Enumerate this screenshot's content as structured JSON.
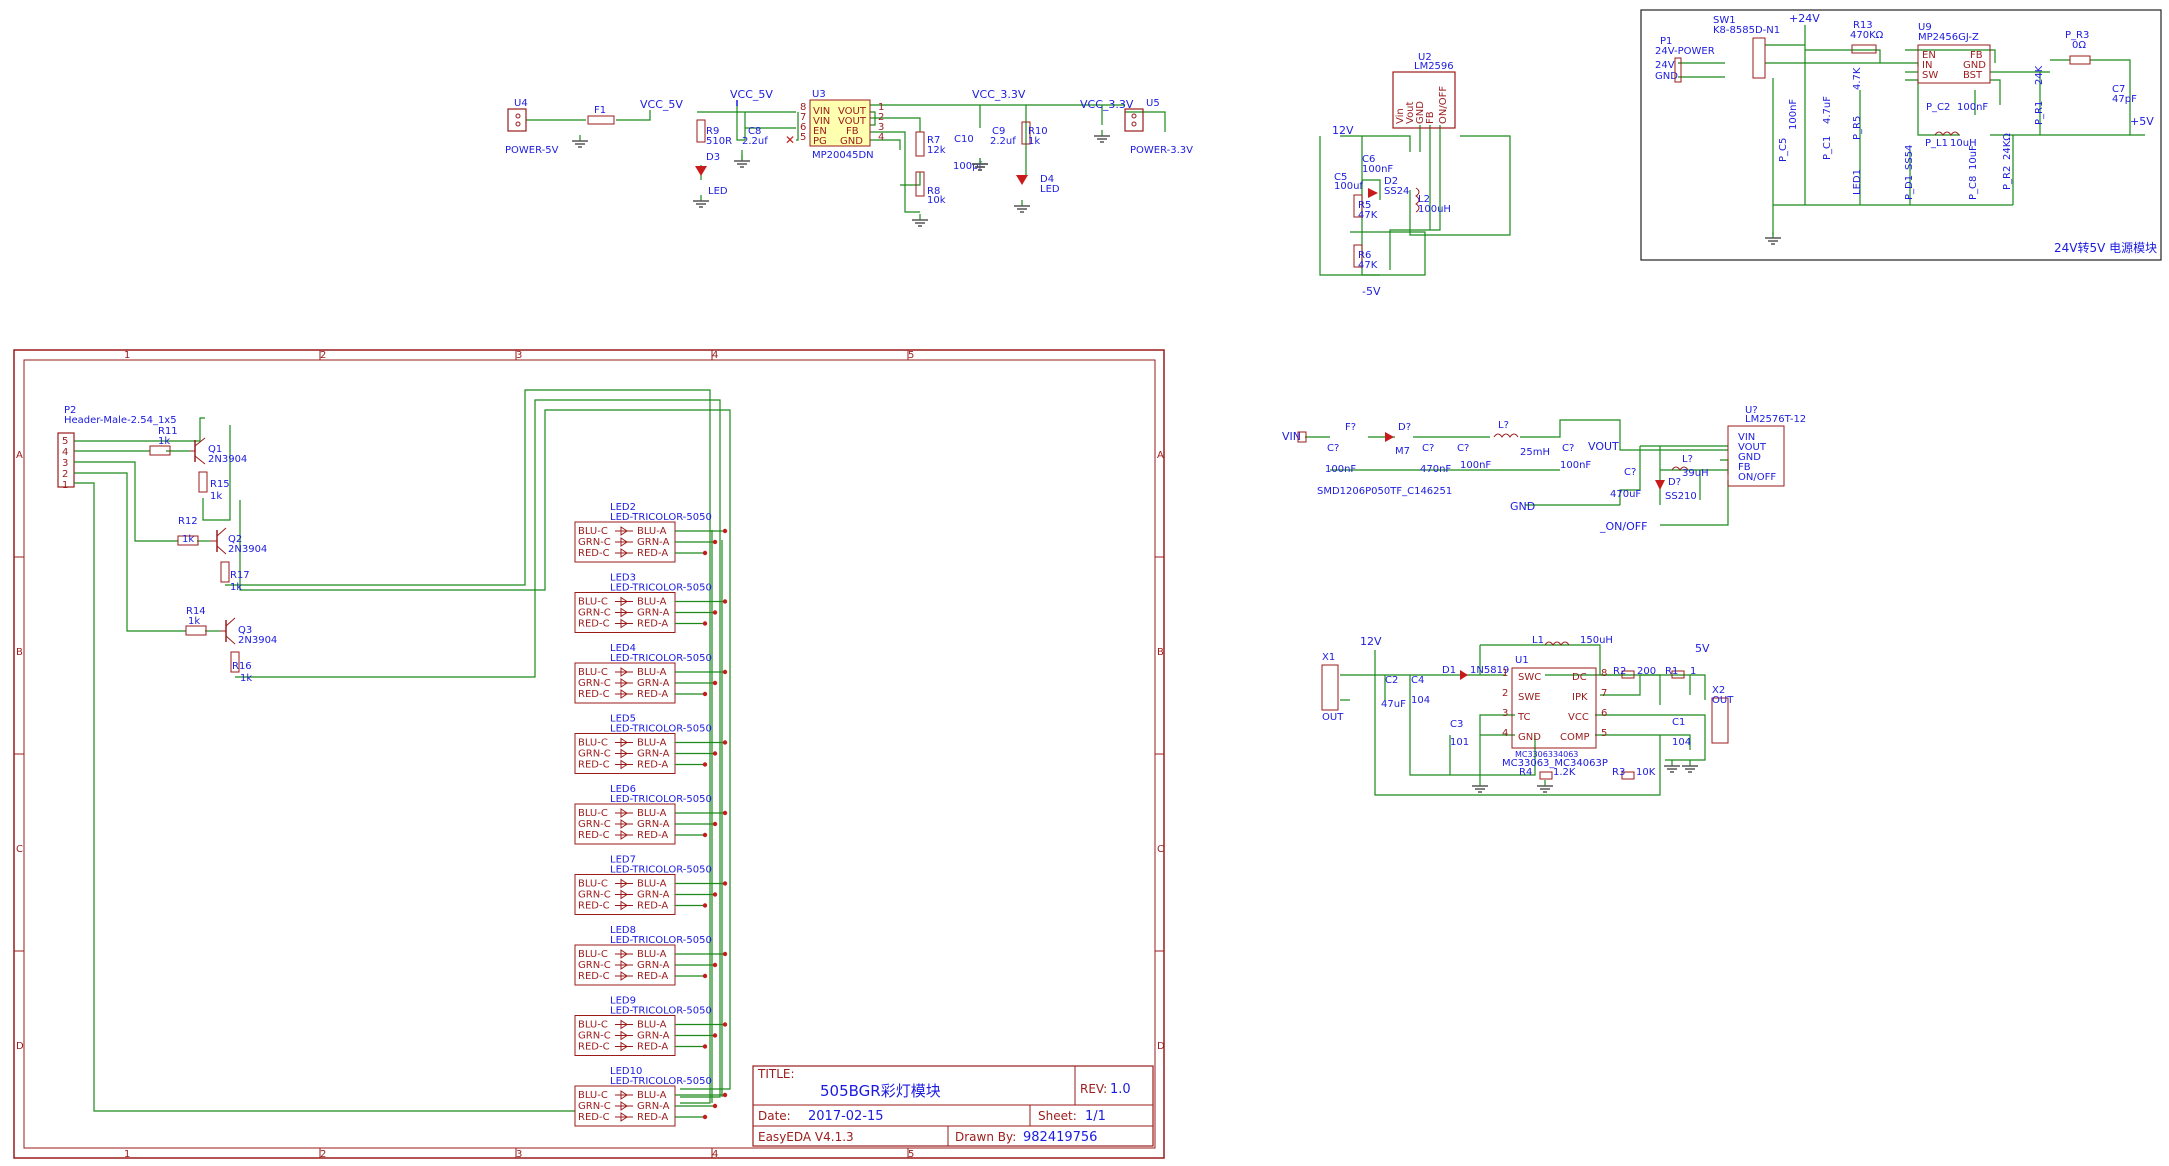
{
  "title_block": {
    "title_label": "TITLE:",
    "title": "505BGR彩灯模块",
    "rev_label": "REV:",
    "rev": "1.0",
    "date_label": "Date:",
    "date": "2017-02-15",
    "sheet_label": "Sheet:",
    "sheet": "1/1",
    "tool": "EasyEDA V4.1.3",
    "drawn_label": "Drawn By:",
    "drawn": "982419756"
  },
  "frame": {
    "cols": [
      "1",
      "2",
      "3",
      "4",
      "5"
    ],
    "rows": [
      "A",
      "B",
      "C",
      "D"
    ]
  },
  "led_sheet": {
    "header": {
      "ref": "P2",
      "value": "Header-Male-2.54_1x5",
      "pins": [
        "5",
        "4",
        "3",
        "2",
        "1"
      ]
    },
    "transistors": [
      {
        "ref": "Q1",
        "value": "2N3904",
        "rb": "R11",
        "rb_val": "1k",
        "rc": "R15",
        "rc_val": "1k"
      },
      {
        "ref": "Q2",
        "value": "2N3904",
        "rb": "R12",
        "rb_val": "1k",
        "rc": "R17",
        "rc_val": "1k"
      },
      {
        "ref": "Q3",
        "value": "2N3904",
        "rb": "R14",
        "rb_val": "1k",
        "rc": "R16",
        "rc_val": "1k"
      }
    ],
    "led_value": "LED-TRICOLOR-5050",
    "led_left_pins": [
      "BLU-C",
      "GRN-C",
      "RED-C"
    ],
    "led_right_pins": [
      "BLU-A",
      "GRN-A",
      "RED-A"
    ],
    "leds": [
      "LED2",
      "LED3",
      "LED4",
      "LED5",
      "LED6",
      "LED7",
      "LED8",
      "LED9",
      "LED10"
    ]
  },
  "mp20045": {
    "u4": "U4",
    "u4_val": "POWER-5V",
    "f1": "F1",
    "vcc5": "VCC_5V",
    "vcc5b": "VCC_5V",
    "r9": "R9",
    "r9_val": "510R",
    "d3": "D3",
    "d3_val": "LED",
    "c8": "C8",
    "c8_val": "2.2uf",
    "u3": "U3",
    "u3_val": "MP20045DN",
    "u3_left": [
      "VIN",
      "VIN",
      "EN",
      "PG"
    ],
    "u3_left_num": [
      "8",
      "7",
      "6",
      "5"
    ],
    "u3_right": [
      "VOUT",
      "VOUT",
      "FB",
      "GND"
    ],
    "u3_right_num": [
      "1",
      "2",
      "3",
      "4"
    ],
    "r7": "R7",
    "r7_val": "12k",
    "r8": "R8",
    "r8_val": "10k",
    "c10": "C10",
    "c10_val": "100pf",
    "vcc33": "VCC_3.3V",
    "c9": "C9",
    "c9_val": "2.2uf",
    "r10": "R10",
    "r10_val": "1k",
    "d4": "D4",
    "d4_val": "LED",
    "vcc33b": "VCC_3.3V",
    "u5": "U5",
    "u5_val": "POWER-3.3V"
  },
  "lm2596": {
    "u2": "U2",
    "u2_val": "LM2596",
    "pins": [
      "Vin",
      "Vout",
      "GND",
      "FB",
      "ON/OFF"
    ],
    "v12": "12V",
    "vn5": "-5V",
    "c5": "C5",
    "c5_val": "100uf",
    "c6": "C6",
    "c6_val": "100nF",
    "d2": "D2",
    "d2_val": "SS24",
    "r5": "R5",
    "r5_val": "47K",
    "r6": "R6",
    "r6_val": "47K",
    "l2": "L2",
    "l2_val": "100uH"
  },
  "mp2456": {
    "label": "24V转5V 电源模块",
    "p1": "P1",
    "p1_val": "24V-POWER",
    "p1_pins": [
      "24V",
      "GND"
    ],
    "sw1": "SW1",
    "sw1_val": "K8-8585D-N1",
    "v24": "+24V",
    "r13": "R13",
    "r13_val": "470KΩ",
    "u9": "U9",
    "u9_val": "MP2456GJ-Z",
    "u9_left": [
      "EN",
      "IN",
      "SW"
    ],
    "u9_right": [
      "FB",
      "GND",
      "BST"
    ],
    "pr3": "P_R3",
    "pr3_val": "0Ω",
    "c7": "C7",
    "c7_val": "47pF",
    "v5": "+5V",
    "pc2": "P_C2",
    "pc2_val": "100nF",
    "pl1": "P_L1",
    "pl1_val": "10uH",
    "cap_labels": [
      "P_C5",
      "100nF",
      "P_C1",
      "4.7uF",
      "P_R5",
      "4.7K",
      "LED1",
      "P_D1",
      "SS54",
      "P_C8",
      "10uF",
      "P_R2",
      "24KΩ",
      "P_R1",
      "24K"
    ]
  },
  "lm2576": {
    "vin": "VIN",
    "gnd": "GND",
    "onoff": "_ON/OFF",
    "vout": "VOUT",
    "f": "F?",
    "f_val": "SMD1206P050TF_C146251",
    "d": "D?",
    "d_val": "M7",
    "c1": "C?",
    "c1_val": "100nF",
    "c2": "C?",
    "c2_val": "470nF",
    "c3": "C?",
    "c3_val": "100nF",
    "l": "L?",
    "l_val": "25mH",
    "c4": "C?",
    "c4_val": "100nF",
    "u": "U?",
    "u_val": "LM2576T-12",
    "u_pins": [
      "VIN",
      "VOUT",
      "GND",
      "FB",
      "ON/OFF"
    ],
    "c5": "C?",
    "c5_val": "470uF",
    "d2": "D?",
    "d2_val": "SS210",
    "l2": "L?",
    "l2_val": "39uH"
  },
  "mc34063": {
    "v12": "12V",
    "v5": "5V",
    "x1": "X1",
    "x1_val": "OUT",
    "x2": "X2",
    "x2_val": "OUT",
    "c2": "C2",
    "c2_val": "47uF",
    "c4": "C4",
    "c4_val": "104",
    "c3": "C3",
    "c3_val": "101",
    "c1": "C1",
    "c1_val": "104",
    "d1": "D1",
    "d1_val": "1N5819",
    "l1": "L1",
    "l1_val": "150uH",
    "u1": "U1",
    "u1_val": "MC33063_MC34063P",
    "u1_sub": "MC3306334063",
    "u1_left": [
      "SWC",
      "SWE",
      "TC",
      "GND"
    ],
    "u1_left_num": [
      "1",
      "2",
      "3",
      "4"
    ],
    "u1_right": [
      "DC",
      "IPK",
      "VCC",
      "COMP"
    ],
    "u1_right_num": [
      "8",
      "7",
      "6",
      "5"
    ],
    "r1": "R1",
    "r1_val": "1",
    "r2": "R2",
    "r2_val": "200",
    "r3": "R3",
    "r3_val": "10K",
    "r4": "R4",
    "r4_val": "1.2K"
  }
}
